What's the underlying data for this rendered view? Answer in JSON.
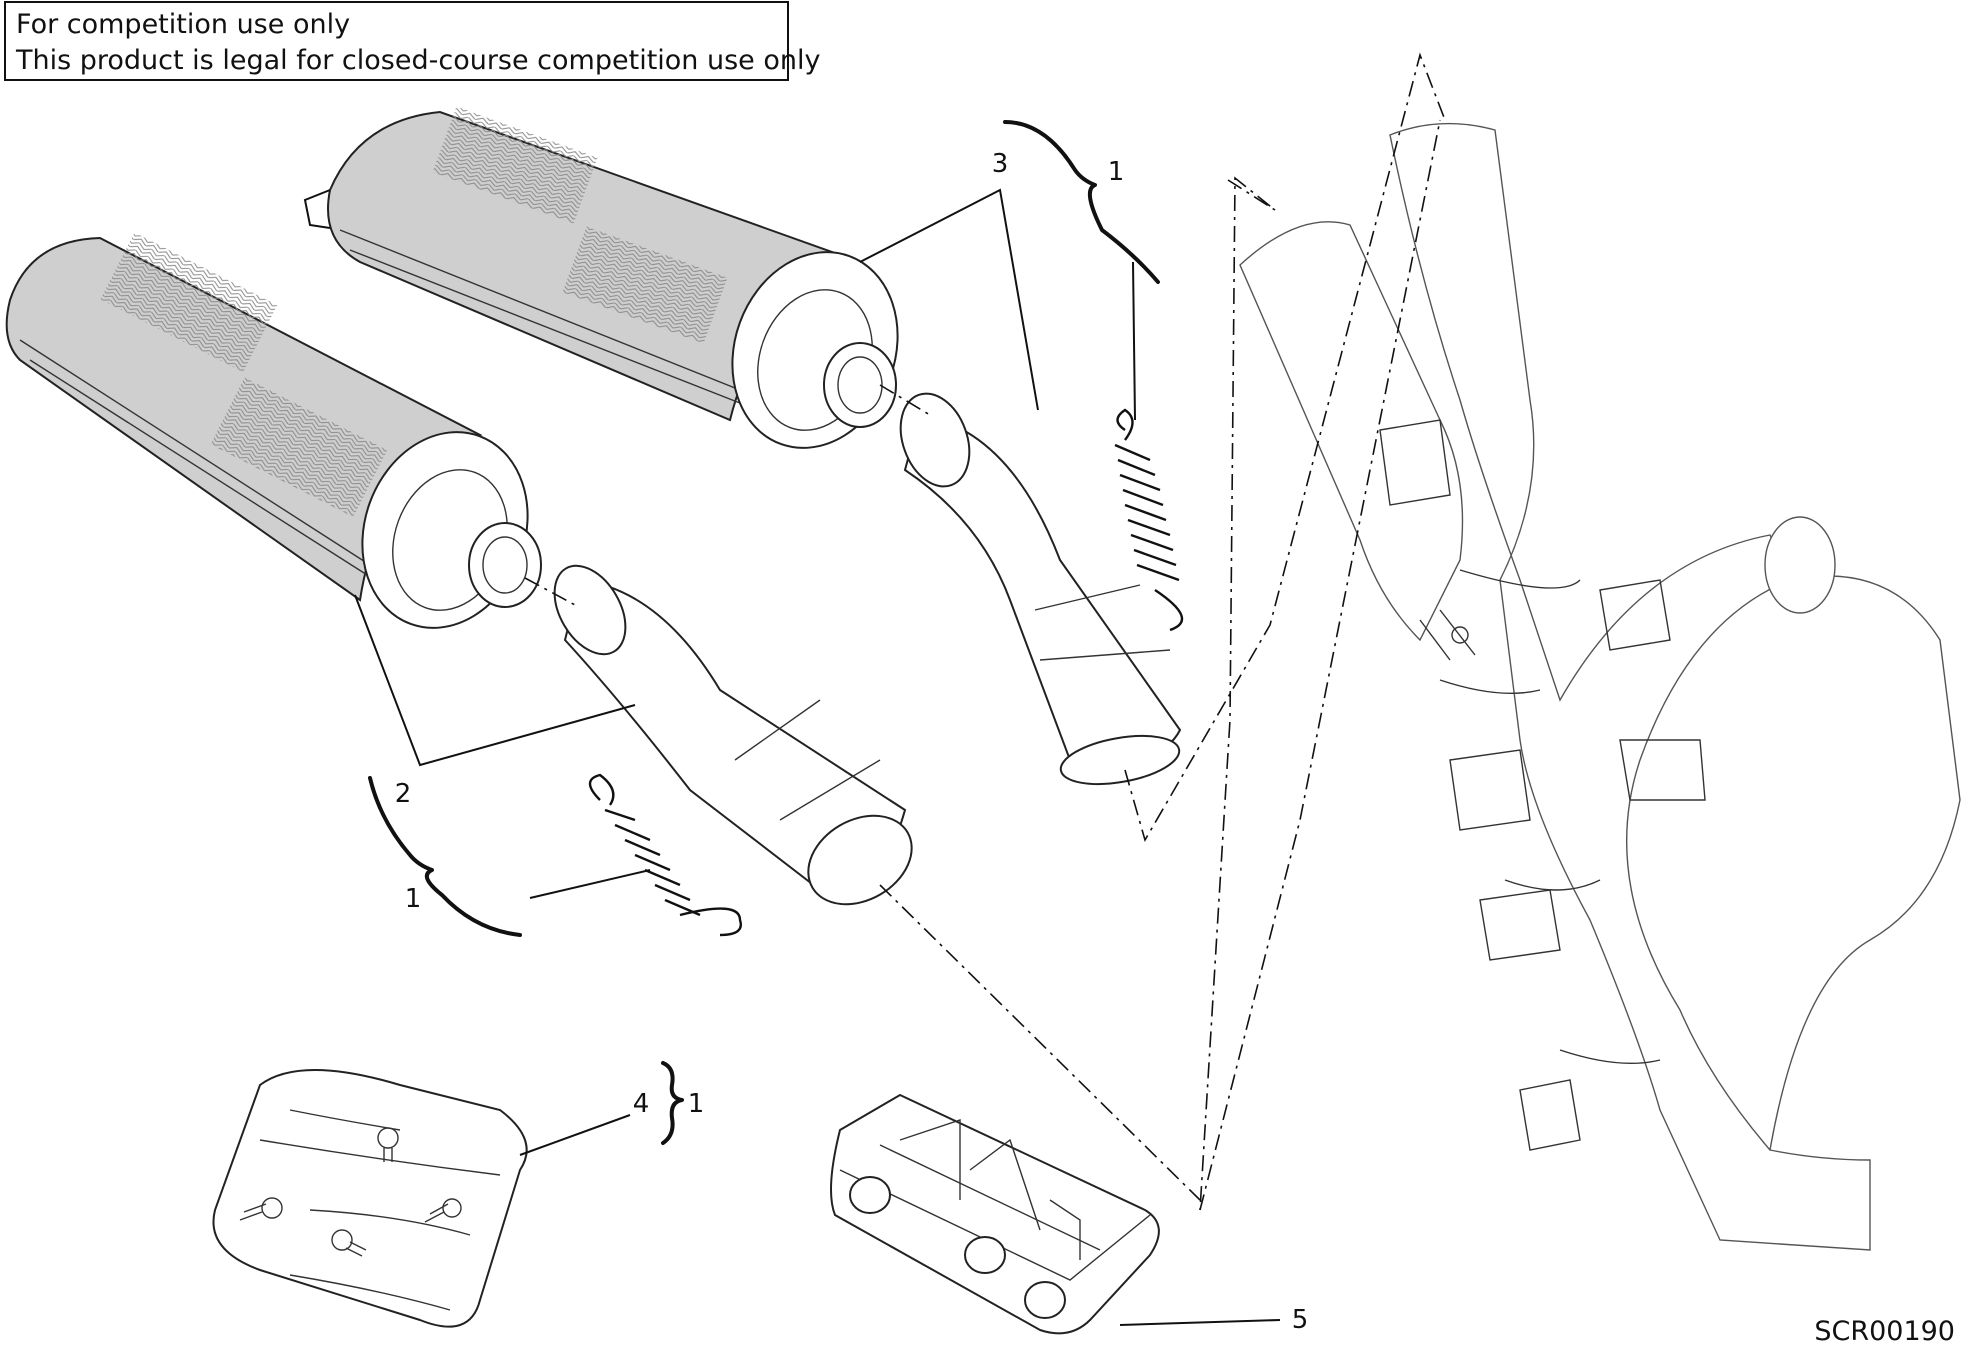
{
  "notice": {
    "line1": "For competition use only",
    "line2": "This product is legal for closed-course competition use only"
  },
  "callouts": {
    "c3": "3",
    "c1_top": "1",
    "c2": "2",
    "c1_left": "1",
    "c4": "4",
    "c1_bottom": "1",
    "c5": "5"
  },
  "reference_code": "SCR00190"
}
